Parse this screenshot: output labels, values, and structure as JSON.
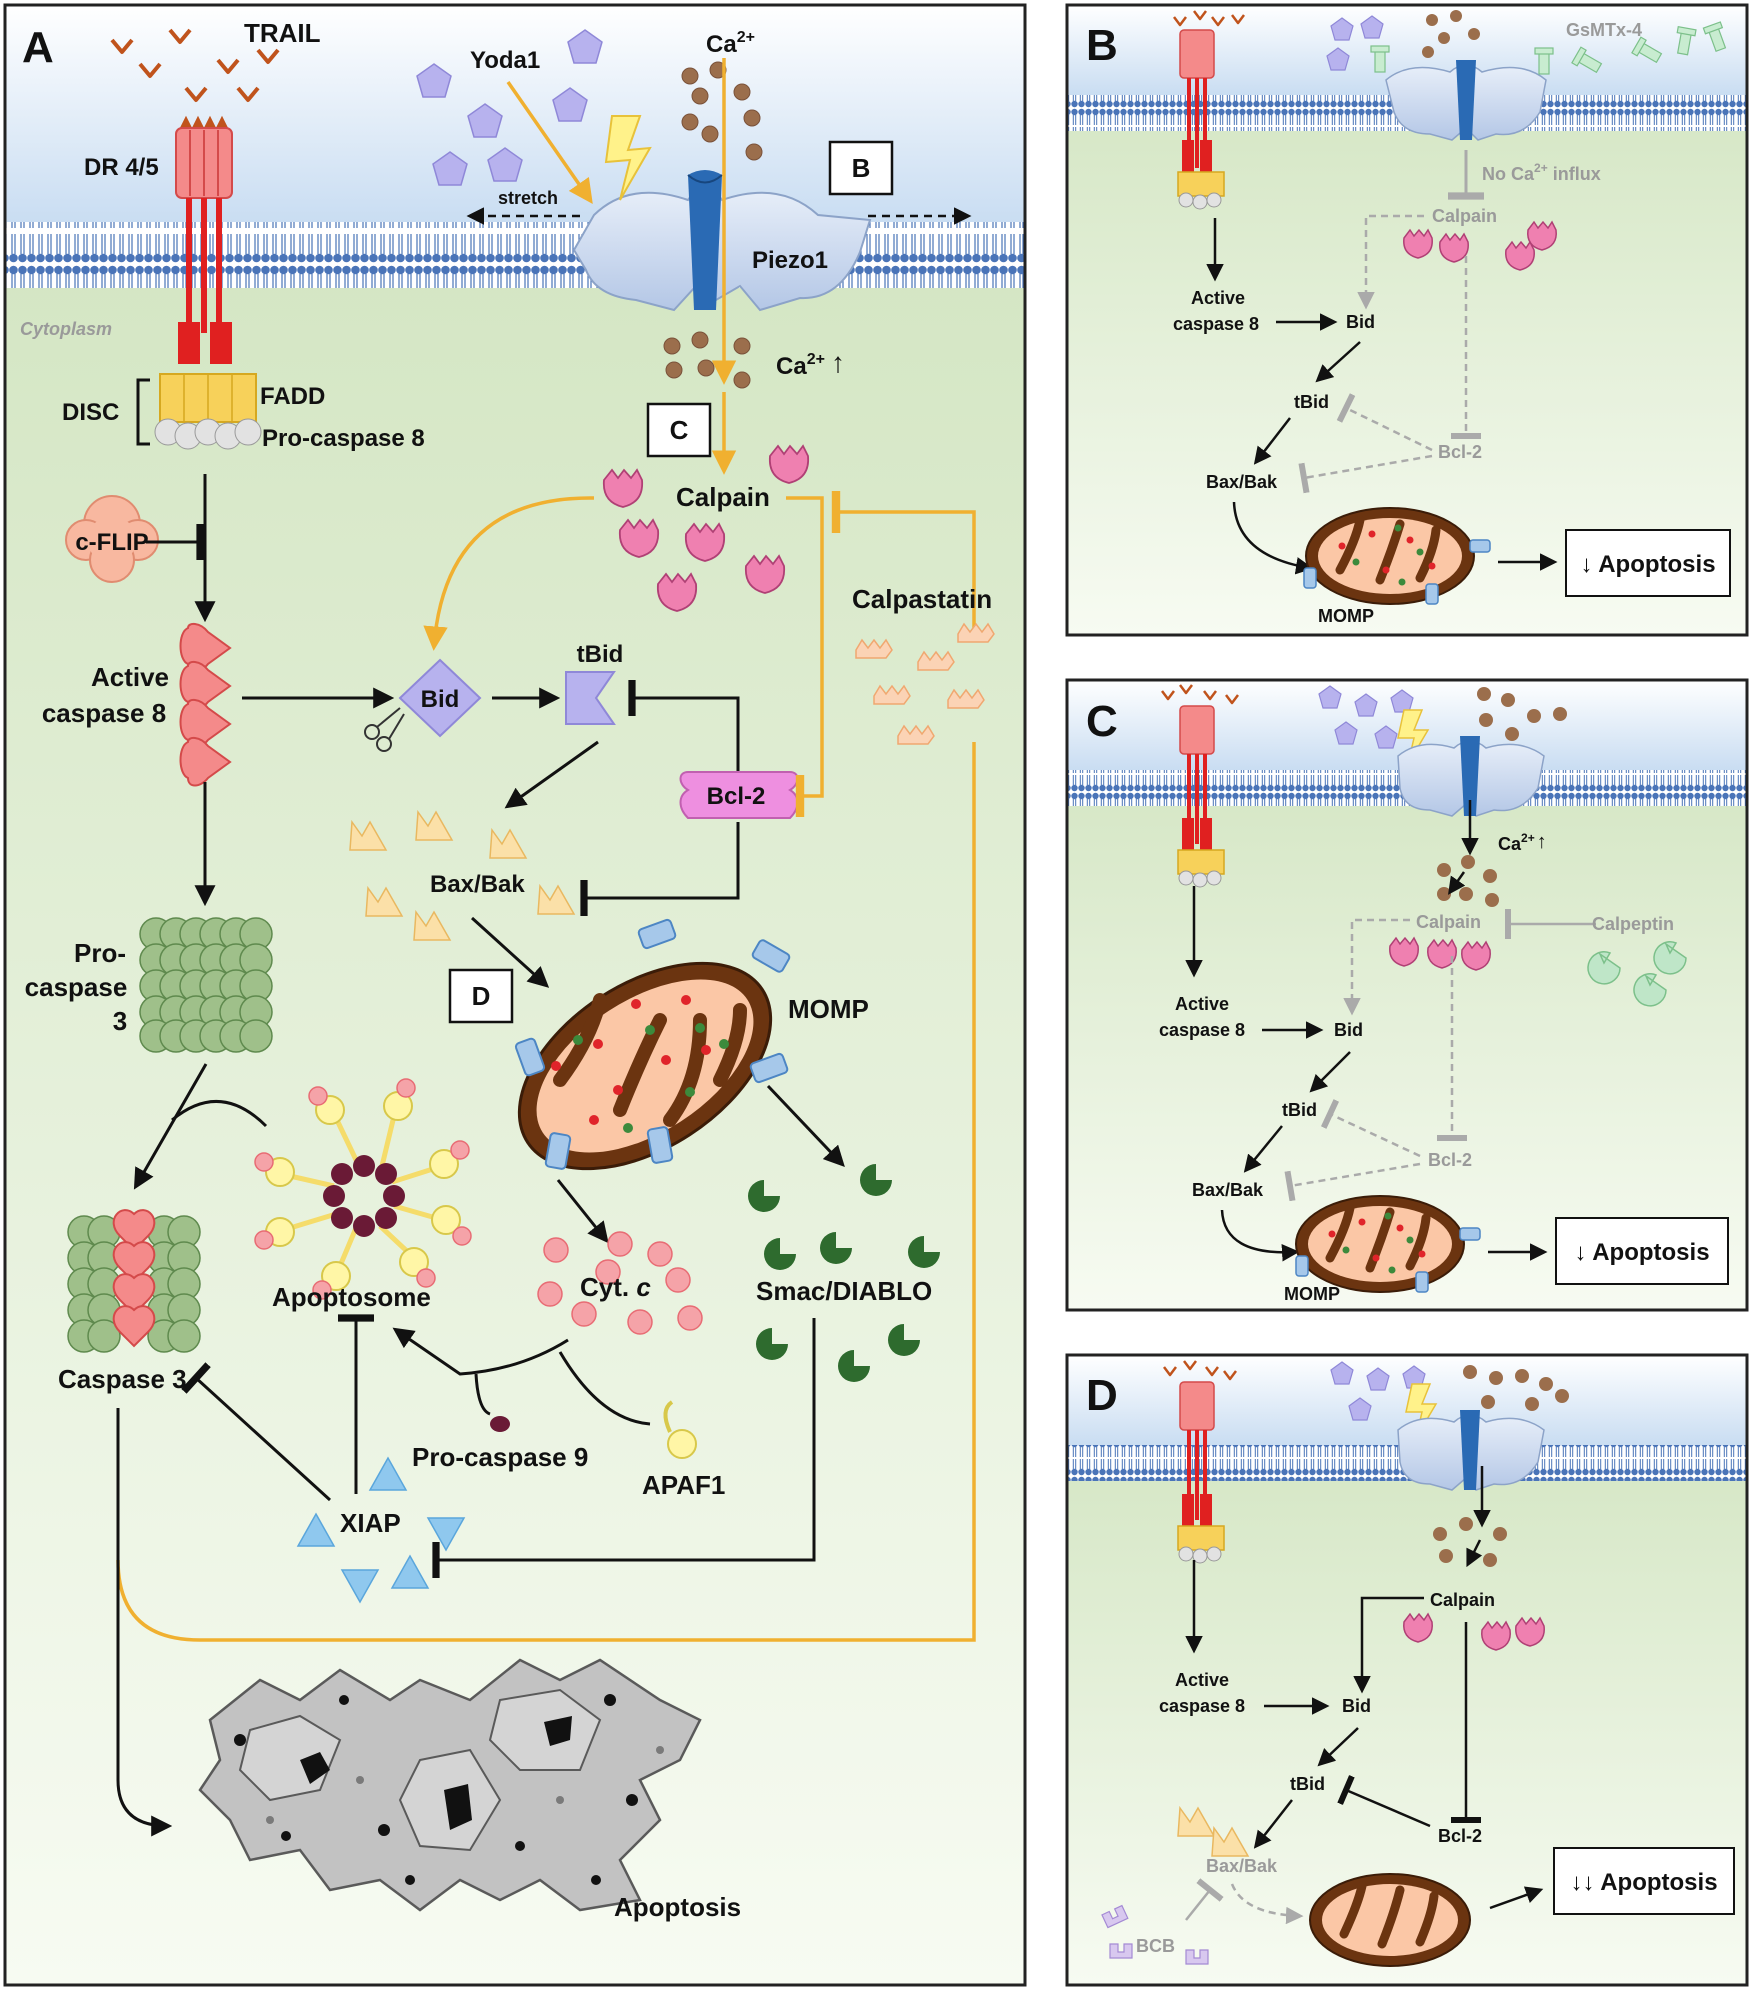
{
  "panels": {
    "A": {
      "letter": "A",
      "trail": "TRAIL",
      "dr45": "DR 4/5",
      "yoda1": "Yoda1",
      "ca": "Ca",
      "ca_sup": "2+",
      "stretch": "stretch",
      "piezo1": "Piezo1",
      "box_b": "B",
      "box_c": "C",
      "box_d": "D",
      "cytoplasm": "Cytoplasm",
      "ca_up": "Ca",
      "ca_up_sup": "2+",
      "ca_up_arrow": "↑",
      "disc": "DISC",
      "fadd": "FADD",
      "procasp8": "Pro-caspase 8",
      "cflip": "c-FLIP",
      "calpain": "Calpain",
      "calpastatin": "Calpastatin",
      "active_casp8_1": "Active",
      "active_casp8_2": "caspase 8",
      "bid": "Bid",
      "tbid": "tBid",
      "bcl2": "Bcl-2",
      "baxbak": "Bax/Bak",
      "procasp3_1": "Pro-",
      "procasp3_2": "caspase",
      "procasp3_3": "3",
      "momp": "MOMP",
      "apoptosome": "Apoptosome",
      "cytc": "Cyt. ",
      "cytc_c": "c",
      "smac": "Smac/DIABLO",
      "casp3": "Caspase 3",
      "procasp9": "Pro-caspase 9",
      "apaf1": "APAF1",
      "xiap": "XIAP",
      "apoptosis": "Apoptosis"
    },
    "B": {
      "letter": "B",
      "gsmtx": "GsMTx-4",
      "no_ca_1": "No Ca",
      "no_ca_sup": "2+",
      "no_ca_2": " influx",
      "calpain": "Calpain",
      "active_1": "Active",
      "active_2": "caspase 8",
      "bid": "Bid",
      "tbid": "tBid",
      "bcl2": "Bcl-2",
      "baxbak": "Bax/Bak",
      "momp": "MOMP",
      "result": "↓ Apoptosis"
    },
    "C": {
      "letter": "C",
      "ca": "Ca",
      "ca_sup": "2+",
      "ca_arrow": "↑",
      "calpain": "Calpain",
      "calpeptin": "Calpeptin",
      "active_1": "Active",
      "active_2": "caspase 8",
      "bid": "Bid",
      "tbid": "tBid",
      "bcl2": "Bcl-2",
      "baxbak": "Bax/Bak",
      "momp": "MOMP",
      "result": "↓ Apoptosis"
    },
    "D": {
      "letter": "D",
      "calpain": "Calpain",
      "active_1": "Active",
      "active_2": "caspase 8",
      "bid": "Bid",
      "tbid": "tBid",
      "bcl2": "Bcl-2",
      "baxbak": "Bax/Bak",
      "bcb": "BCB",
      "result": "↓↓ Apoptosis"
    }
  }
}
